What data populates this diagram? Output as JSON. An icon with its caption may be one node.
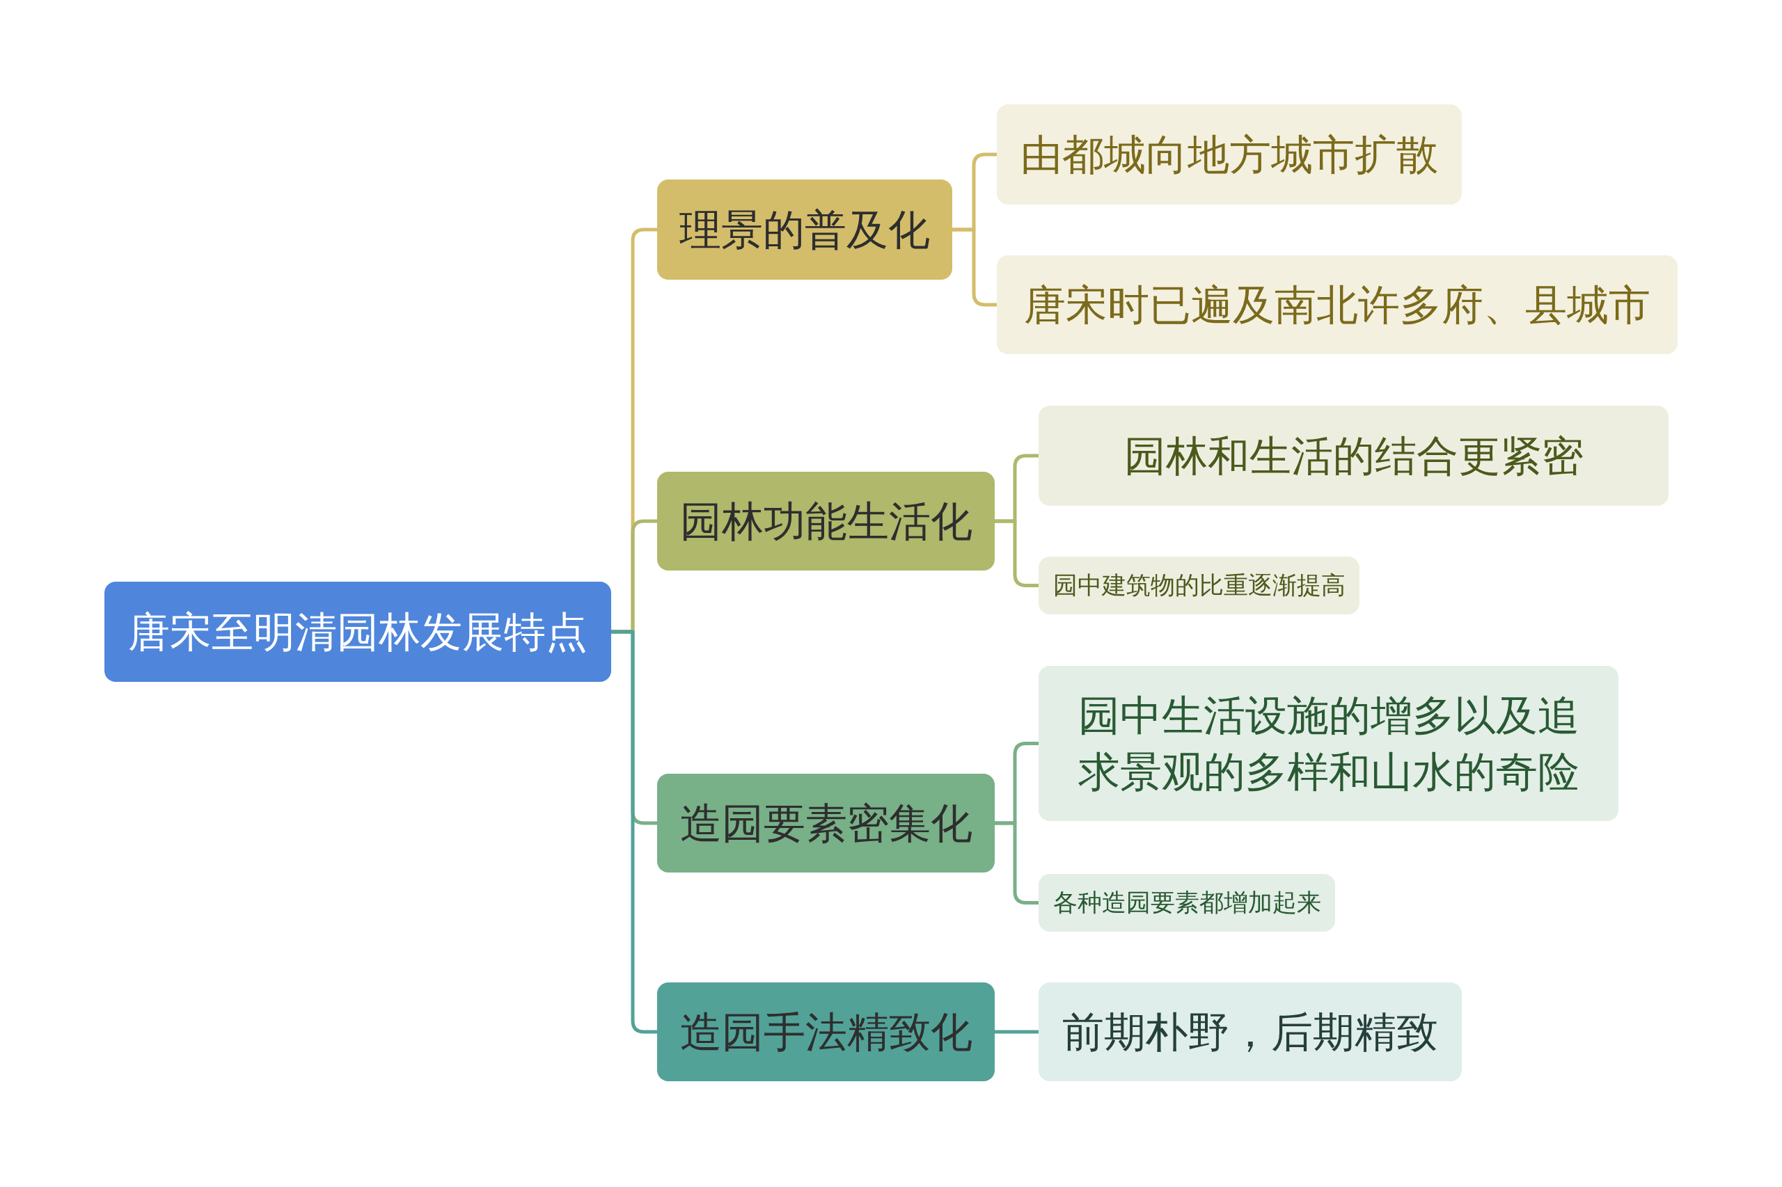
{
  "diagram": {
    "nodes": [
      {
        "text": [
          "唐宋至明清园林发展特点"
        ]
      },
      {
        "text": [
          "理景的普及化"
        ]
      },
      {
        "text": [
          "由都城向地方城市扩散"
        ]
      },
      {
        "text": [
          "唐宋时已遍及南北许多府、县城市"
        ]
      },
      {
        "text": [
          "园林功能生活化"
        ]
      },
      {
        "text": [
          "园林和生活的结合更紧密"
        ]
      },
      {
        "text": [
          "园中建筑物的比重逐渐提高"
        ]
      },
      {
        "text": [
          "造园要素密集化"
        ]
      },
      {
        "text": [
          "园中生活设施的增多以及追求景观的多样和山水的奇险"
        ]
      },
      {
        "text": [
          "各种造园要素都增加起来"
        ]
      },
      {
        "text": [
          "造园手法精致化"
        ]
      },
      {
        "text": [
          "前期朴野，后期精致"
        ]
      }
    ],
    "edges": [
      {
        "from": 0,
        "to": 1,
        "arrow": "none",
        "color": "#d4bd6a"
      },
      {
        "from": 1,
        "to": 2,
        "arrow": "none",
        "color": "#d4bd6a"
      },
      {
        "from": 1,
        "to": 3,
        "arrow": "none",
        "color": "#d4bd6a"
      },
      {
        "from": 0,
        "to": 4,
        "arrow": "none",
        "color": "#afb86b"
      },
      {
        "from": 4,
        "to": 5,
        "arrow": "none",
        "color": "#afb86b"
      },
      {
        "from": 4,
        "to": 6,
        "arrow": "none",
        "color": "#afb86b"
      },
      {
        "from": 0,
        "to": 7,
        "arrow": "none",
        "color": "#78b088"
      },
      {
        "from": 7,
        "to": 8,
        "arrow": "none",
        "color": "#78b088"
      },
      {
        "from": 7,
        "to": 9,
        "arrow": "none",
        "color": "#78b088"
      },
      {
        "from": 0,
        "to": 10,
        "arrow": "none",
        "color": "#52a298"
      },
      {
        "from": 10,
        "to": 11,
        "arrow": "none",
        "color": "#52a298"
      }
    ]
  }
}
